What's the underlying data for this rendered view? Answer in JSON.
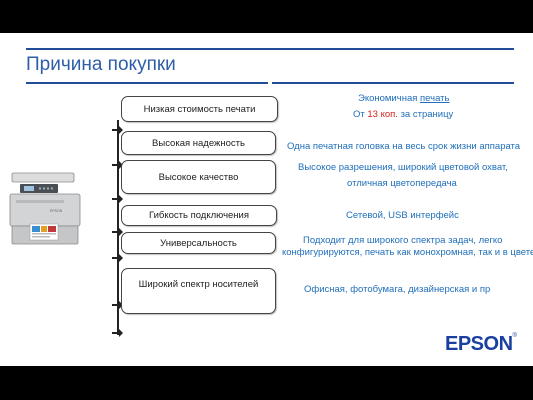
{
  "title": "Причина покупки",
  "reasons": [
    "Низкая стоимость печати",
    "Высокая надежность",
    "Высокое качество",
    "Гибкость подключения",
    "Универсальность",
    "Широкий спектр носителей"
  ],
  "benefits": {
    "cost_prefix": "Экономичная ",
    "cost_link": "печать",
    "cost_detail_prefix": "От ",
    "cost_detail_value": "13 коп.",
    "cost_detail_suffix": " за страницу",
    "reliability": "Одна печатная головка на весь срок жизни аппарата",
    "quality_line1": "Высокое разрешения, широкий цветовой охват,",
    "quality_line2": "отличная цветопередача",
    "connectivity": "Сетевой, USB интерфейс",
    "versatility_line1": "Подходит для широкого спектра задач, легко",
    "versatility_line2": "конфигурируются, печать как монохромная, так и в цвете",
    "media": "Офисная, фотобумага, дизайнерская и пр"
  },
  "logo": "EPSON",
  "colors": {
    "title": "#2f5ea8",
    "benefit_text": "#1f6fba",
    "highlight": "#d62020",
    "logo": "#1b3fa0"
  }
}
